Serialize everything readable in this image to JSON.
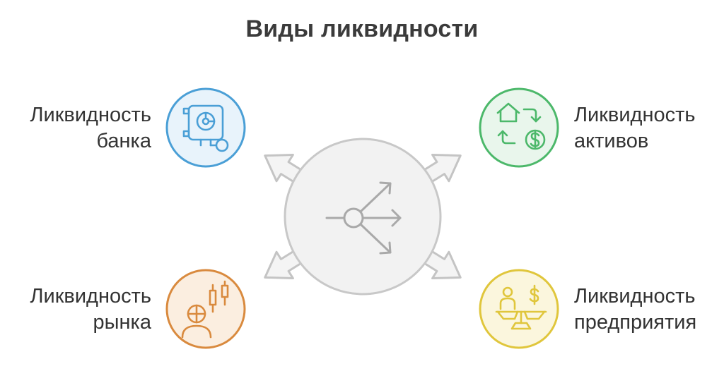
{
  "title": "Виды ликвидности",
  "center": {
    "icon": "split-arrows-icon"
  },
  "nodes": [
    {
      "id": "bank",
      "line1": "Ликвидность",
      "line2": "банка",
      "icon": "bank-vault-icon",
      "color": "#4a9fd6",
      "fill": "#e8f3fb"
    },
    {
      "id": "assets",
      "line1": "Ликвидность",
      "line2": "активов",
      "icon": "home-dollar-exchange-icon",
      "color": "#4cb86a",
      "fill": "#e9f6ec"
    },
    {
      "id": "market",
      "line1": "Ликвидность",
      "line2": "рынка",
      "icon": "trader-candlestick-icon",
      "color": "#d98a3e",
      "fill": "#fbeee0"
    },
    {
      "id": "enterprise",
      "line1": "Ликвидность",
      "line2": "предприятия",
      "icon": "person-scale-dollar-icon",
      "color": "#e0c63c",
      "fill": "#fbf6dd"
    }
  ],
  "colors": {
    "center_fill": "#f2f2f2",
    "center_stroke": "#c8c8c8",
    "center_icon": "#a9a9a9",
    "arrow_fill": "#f4f4f4",
    "arrow_stroke": "#c4c4c4"
  }
}
